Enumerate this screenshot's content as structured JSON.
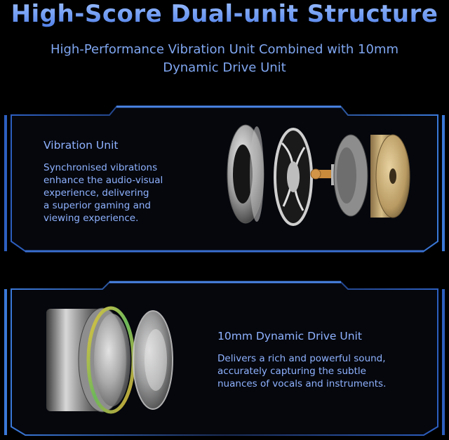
{
  "header": {
    "title": "High-Score Dual-unit Structure",
    "subtitle_line1": "High-Performance Vibration Unit Combined with 10mm",
    "subtitle_line2": "Dynamic Drive Unit"
  },
  "vibration_unit": {
    "title": "Vibration Unit",
    "lines": [
      "Synchronised vibrations",
      "enhance the audio-visual",
      "experience, delivering",
      "a superior gaming and",
      "viewing experience."
    ]
  },
  "dynamic_unit": {
    "title": "10mm Dynamic Drive Unit",
    "lines": [
      "Delivers a rich and powerful sound,",
      "accurately capturing the subtle",
      "nuances of vocals and instruments."
    ]
  },
  "colors": {
    "accent": "#6f9df5",
    "frame": "#3f6fc8",
    "text": "#8fb2ff",
    "gold": "#c9a86a"
  }
}
